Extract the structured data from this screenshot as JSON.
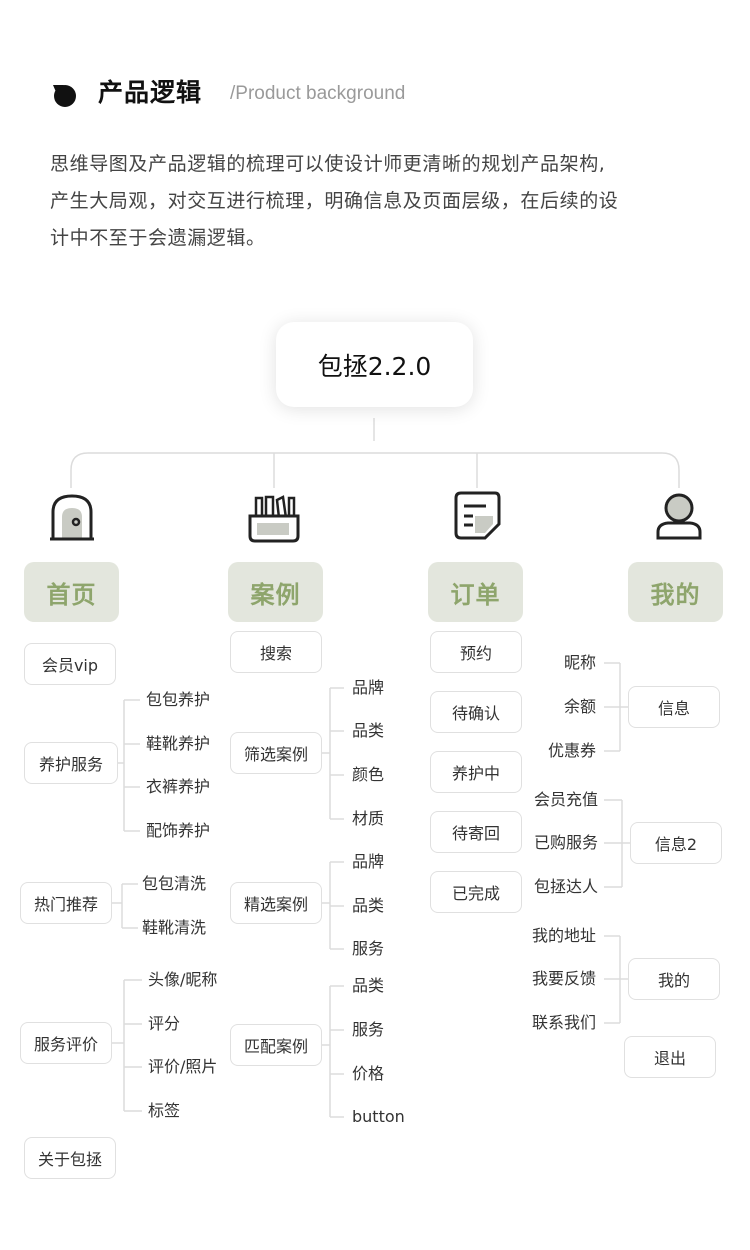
{
  "header": {
    "title": "产品逻辑",
    "subtitle": "/Product background"
  },
  "intro": {
    "lines": [
      "思维导图及产品逻辑的梳理可以使设计师更清晰的规划产品架构,",
      "产生大局观，对交互进行梳理，明确信息及页面层级，在后续的设",
      "计中不至于会遗漏逻辑。"
    ]
  },
  "root": {
    "label": "包拯2.2.0"
  },
  "categories": {
    "home": {
      "label": "首页",
      "icon": "arch-door-icon"
    },
    "cases": {
      "label": "案例",
      "icon": "pencil-cup-icon"
    },
    "orders": {
      "label": "订单",
      "icon": "document-icon"
    },
    "mine": {
      "label": "我的",
      "icon": "user-icon"
    }
  },
  "home": {
    "vip": "会员vip",
    "care": {
      "label": "养护服务",
      "items": [
        "包包养护",
        "鞋靴养护",
        "衣裤养护",
        "配饰养护"
      ]
    },
    "hot": {
      "label": "热门推荐",
      "items": [
        "包包清洗",
        "鞋靴清洗"
      ]
    },
    "review": {
      "label": "服务评价",
      "items": [
        "头像/昵称",
        "评分",
        "评价/照片",
        "标签"
      ]
    },
    "about": "关于包拯"
  },
  "cases": {
    "search": "搜索",
    "filter": {
      "label": "筛选案例",
      "items": [
        "品牌",
        "品类",
        "颜色",
        "材质"
      ]
    },
    "featured": {
      "label": "精选案例",
      "items": [
        "品牌",
        "品类",
        "服务"
      ]
    },
    "match": {
      "label": "匹配案例",
      "items": [
        "品类",
        "服务",
        "价格",
        "button"
      ]
    }
  },
  "orders": {
    "items": [
      "预约",
      "待确认",
      "养护中",
      "待寄回",
      "已完成"
    ]
  },
  "mine": {
    "info": {
      "label": "信息",
      "items": [
        "昵称",
        "余额",
        "优惠券"
      ]
    },
    "info2": {
      "label": "信息2",
      "items": [
        "会员充值",
        "已购服务",
        "包拯达人"
      ]
    },
    "my": {
      "label": "我的",
      "items": [
        "我的地址",
        "我要反馈",
        "联系我们"
      ]
    },
    "logout": "退出"
  }
}
